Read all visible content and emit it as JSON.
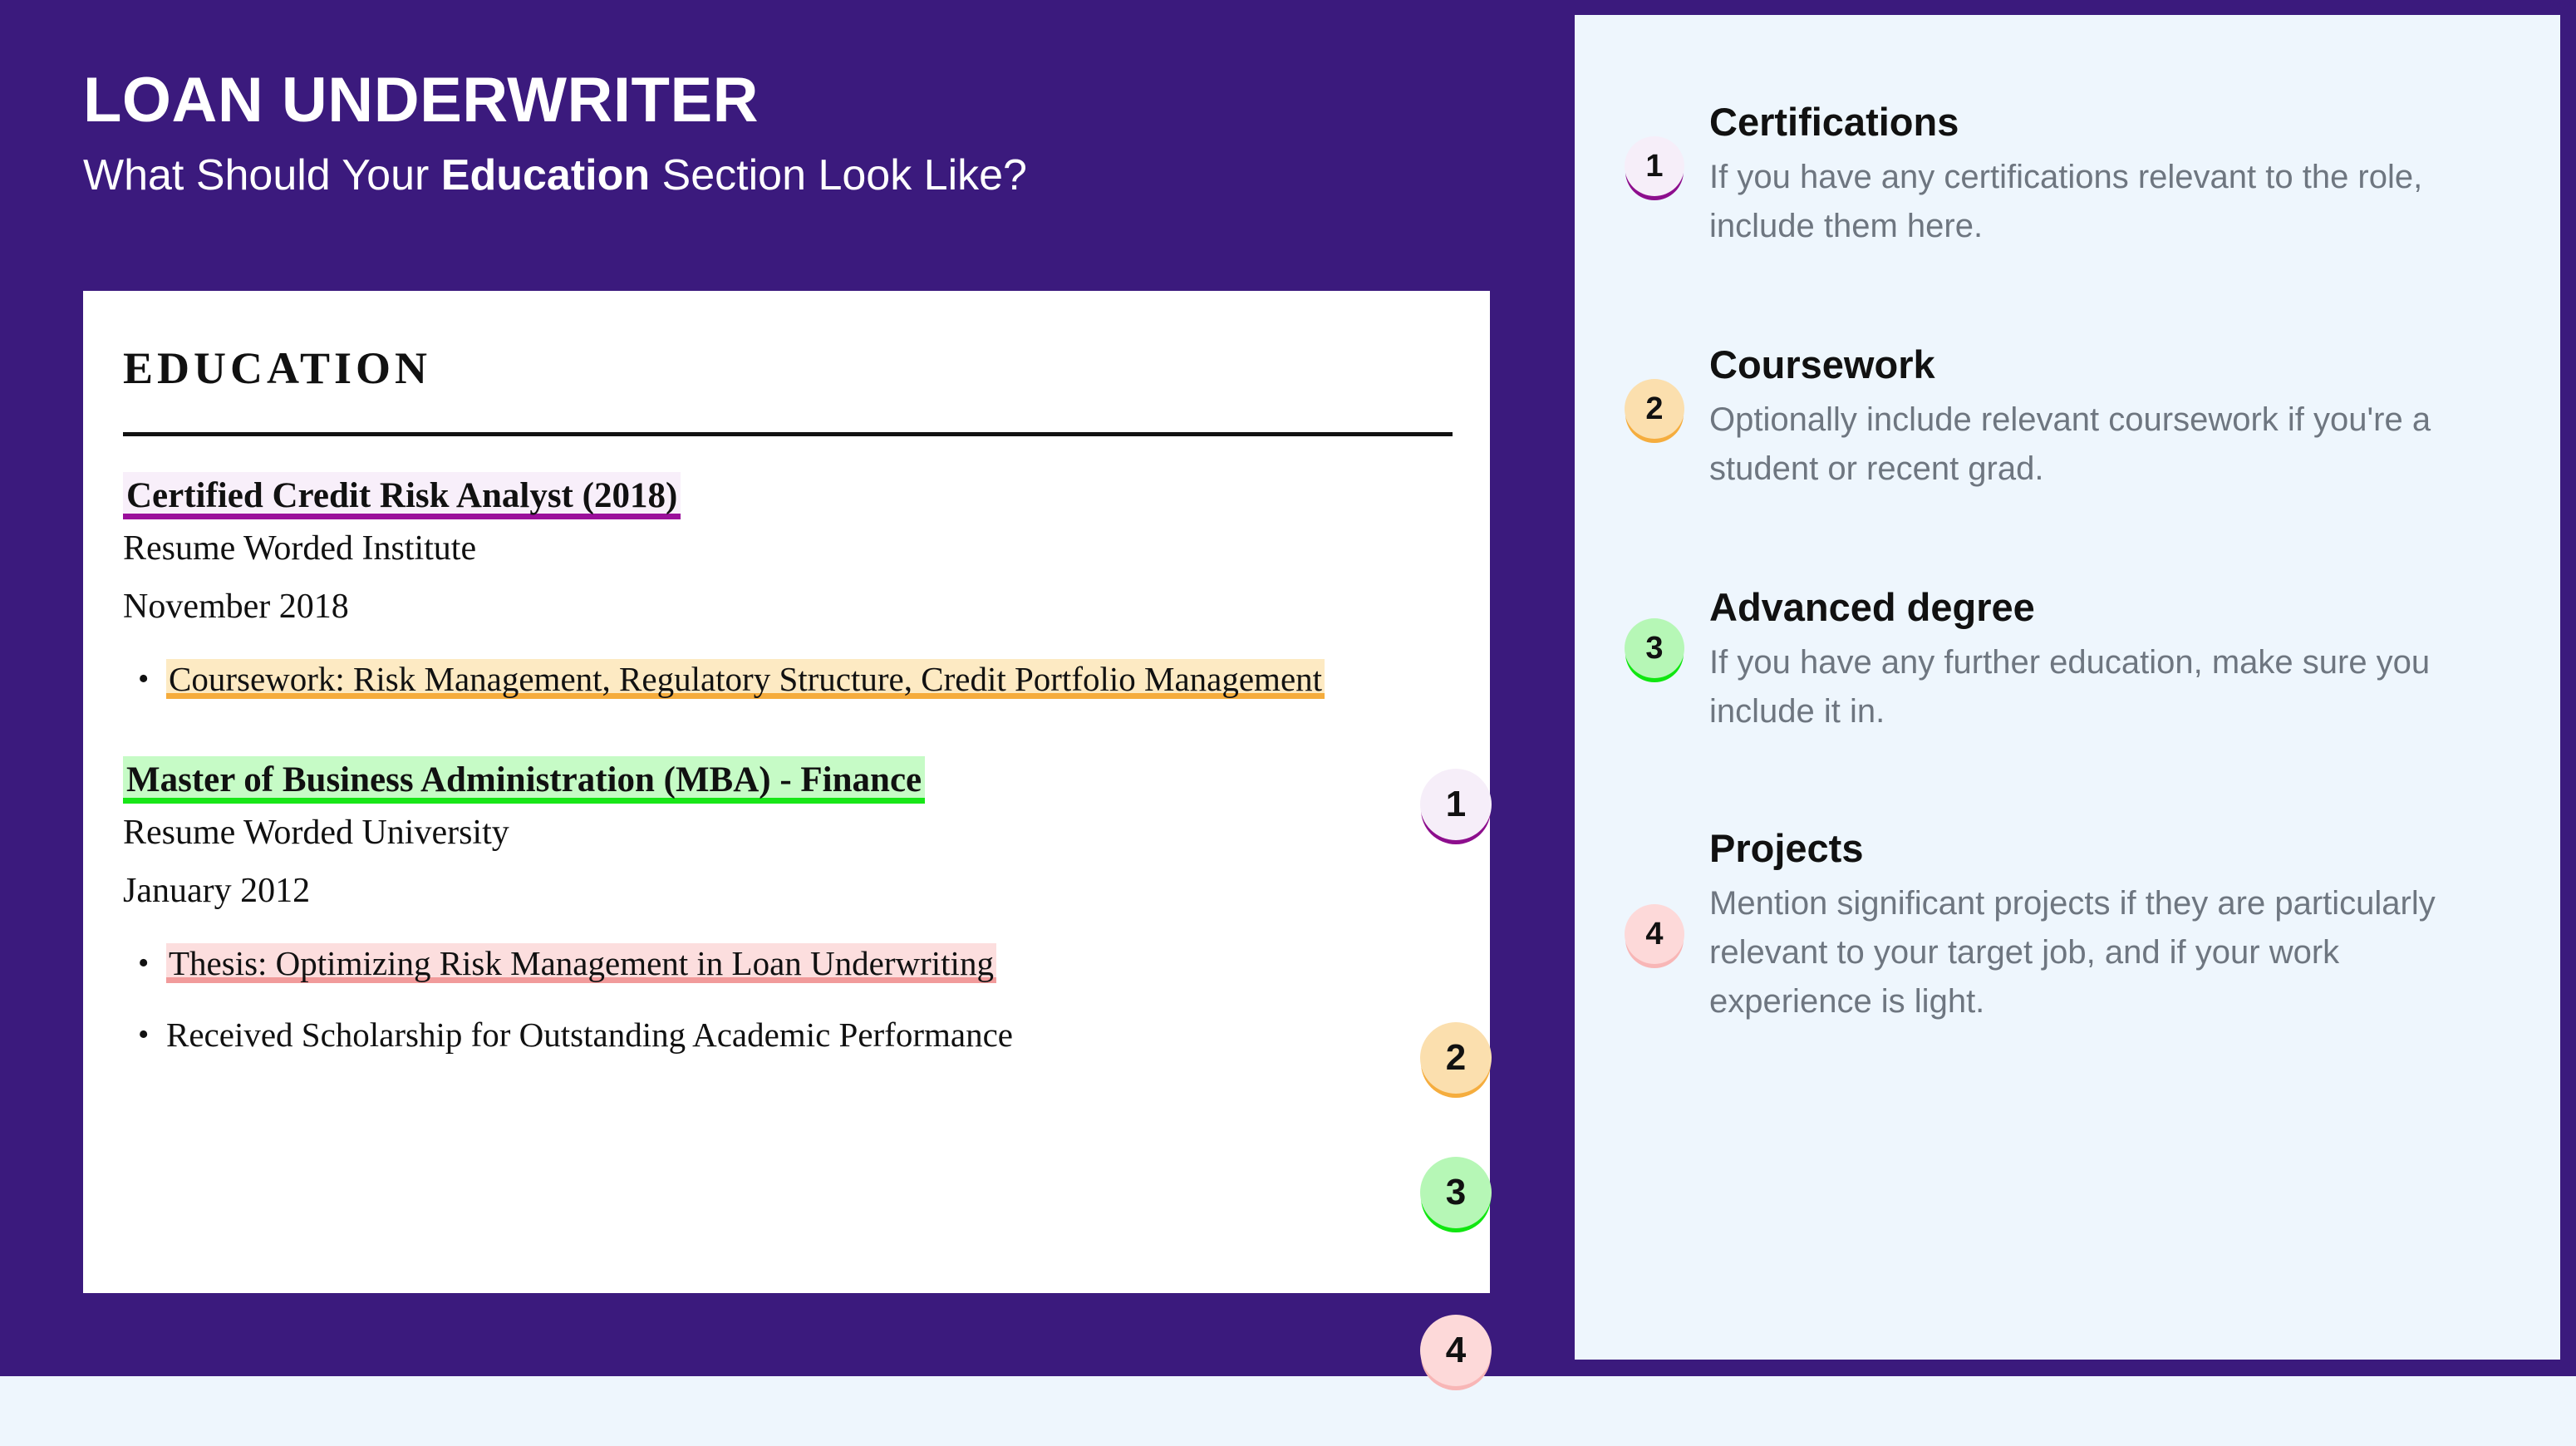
{
  "header": {
    "headline": "LOAN UNDERWRITER",
    "subhead_before": "What Should Your ",
    "subhead_emphasis": "Education",
    "subhead_after": " Section Look Like?"
  },
  "colors": {
    "banner_purple": "#3b1a7d",
    "panel_blue": "#eef6fd",
    "card_white": "#ffffff",
    "accent_purple": "#8d0e8d",
    "accent_amber": "#f5ad3e",
    "accent_green": "#10e610",
    "accent_pink": "#f8b6b6",
    "body_gray": "#6e7680"
  },
  "resume": {
    "section_heading": "EDUCATION",
    "entries": [
      {
        "title": "Certified Credit Risk Analyst (2018)",
        "title_highlight": "purple",
        "organization": "Resume Worded Institute",
        "date": "November 2018",
        "bullets": [
          {
            "text": "Coursework: Risk Management, Regulatory Structure, Credit Portfolio Management",
            "highlight": "amber"
          }
        ]
      },
      {
        "title": "Master of Business Administration (MBA) - Finance",
        "title_highlight": "green",
        "organization": "Resume Worded University",
        "date": "January 2012",
        "bullets": [
          {
            "text": "Thesis: Optimizing Risk Management in Loan Underwriting",
            "highlight": "pink"
          },
          {
            "text": "Received Scholarship for Outstanding Academic Performance",
            "highlight": "none"
          }
        ]
      }
    ],
    "badges": [
      {
        "number": "1",
        "color": "purple"
      },
      {
        "number": "2",
        "color": "amber"
      },
      {
        "number": "3",
        "color": "green"
      },
      {
        "number": "4",
        "color": "pink"
      }
    ]
  },
  "tips": [
    {
      "number": "1",
      "title": "Certifications",
      "description": "If you have any certifications relevant to the role, include them here.",
      "color": "purple"
    },
    {
      "number": "2",
      "title": "Coursework",
      "description": "Optionally include relevant coursework if you're a student or recent grad.",
      "color": "amber"
    },
    {
      "number": "3",
      "title": "Advanced degree",
      "description": "If you have any further education, make sure you include it in.",
      "color": "green"
    },
    {
      "number": "4",
      "title": "Projects",
      "description": "Mention significant projects if they are particularly relevant to your target job, and if your work experience is light.",
      "color": "pink"
    }
  ]
}
